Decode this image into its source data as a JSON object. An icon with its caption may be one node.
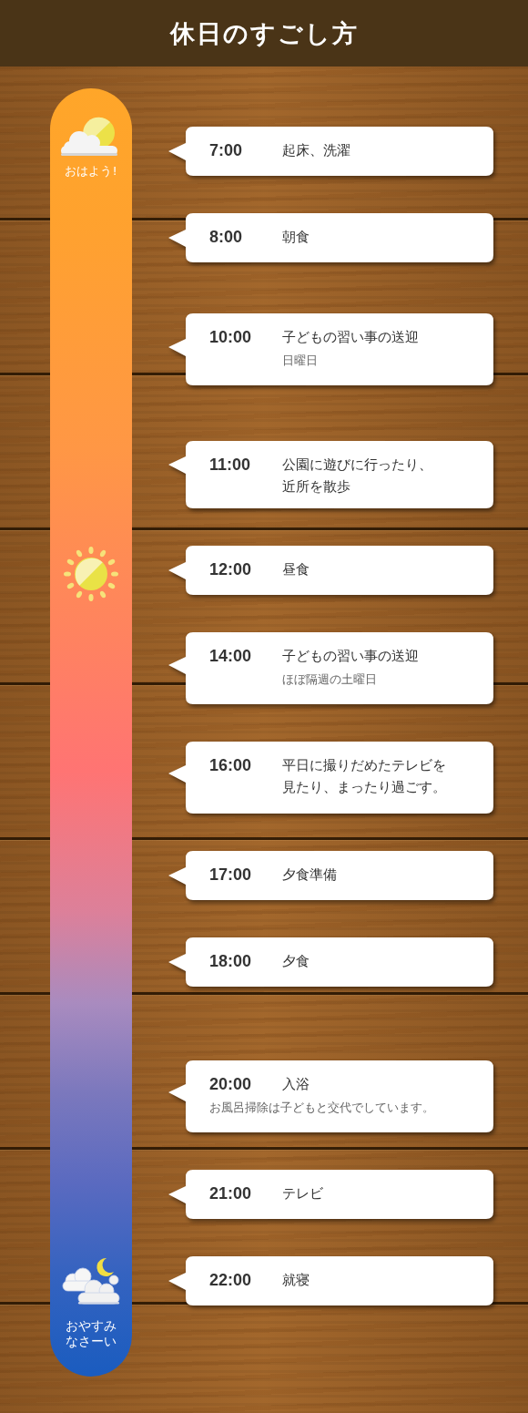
{
  "diagram": {
    "title": "休日のすごし方",
    "nodes": [
      {
        "text": [
          "おはよう!",
          "おやすみなさーい"
        ]
      },
      {
        "text": [
          "7:00",
          "起床、洗濯"
        ]
      },
      {
        "text": [
          "8:00",
          "朝食"
        ]
      },
      {
        "text": [
          "10:00",
          "子どもの習い事の送迎",
          "日曜日"
        ]
      },
      {
        "text": [
          "11:00",
          "公園に遊びに行ったり、近所を散歩"
        ]
      },
      {
        "text": [
          "12:00",
          "昼食"
        ]
      },
      {
        "text": [
          "14:00",
          "子どもの習い事の送迎",
          "ほぼ隔週の土曜日"
        ]
      },
      {
        "text": [
          "16:00",
          "平日に撮りだめたテレビを見たり、まったり過ごす。"
        ]
      },
      {
        "text": [
          "17:00",
          "夕食準備"
        ]
      },
      {
        "text": [
          "18:00",
          "夕食"
        ]
      },
      {
        "text": [
          "20:00",
          "入浴",
          "お風呂掃除は子どもと交代でしています。"
        ]
      },
      {
        "text": [
          "21:00",
          "テレビ"
        ]
      },
      {
        "text": [
          "22:00",
          "就寝"
        ]
      }
    ]
  }
}
